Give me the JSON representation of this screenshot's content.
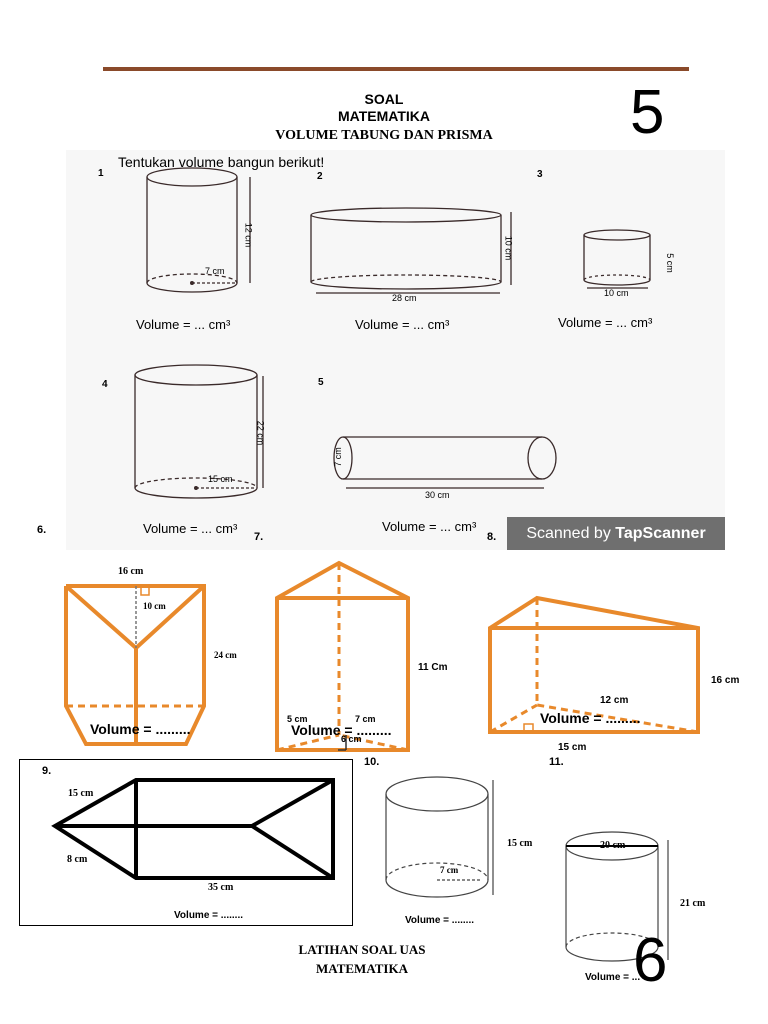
{
  "header": {
    "title1": "SOAL",
    "title2": "MATEMATIKA",
    "subtitle": "VOLUME TABUNG DAN PRISMA",
    "page_top": "5"
  },
  "scan": {
    "instruction": "Tentukan volume bangun berikut!",
    "badge_prefix": "Scanned by ",
    "badge_brand": "TapScanner",
    "items": [
      {
        "num": "1",
        "height": "12 cm",
        "radius": "7 cm",
        "volume": "Volume = ... cm³"
      },
      {
        "num": "2",
        "height": "10 cm",
        "diameter": "28 cm",
        "volume": "Volume = ... cm³"
      },
      {
        "num": "3",
        "height": "5 cm",
        "diameter": "10 cm",
        "volume": "Volume = ... cm³"
      },
      {
        "num": "4",
        "height": "22 cm",
        "radius": "15 cm",
        "volume": "Volume = ... cm³"
      },
      {
        "num": "5",
        "diameter": "7 cm",
        "length": "30 cm",
        "volume": "Volume = ... cm³"
      }
    ]
  },
  "prisms": {
    "q6": {
      "num": "6.",
      "top": "16 cm",
      "inner": "10 cm",
      "height": "24 cm",
      "volume": "Volume = ........."
    },
    "q7": {
      "num": "7.",
      "height": "11 Cm",
      "a": "5 cm",
      "b": "7 cm",
      "c": "6 cm",
      "volume": "Volume = ........."
    },
    "q8": {
      "num": "8.",
      "height": "16 cm",
      "base_a": "12 cm",
      "base_b": "15 cm",
      "volume": "Volume = ........."
    },
    "q9": {
      "num": "9.",
      "a": "15 cm",
      "b": "8 cm",
      "length": "35 cm",
      "volume": "Volume = ........"
    },
    "q10": {
      "num": "10.",
      "height": "15 cm",
      "radius": "7 cm",
      "volume": "Volume = ........"
    },
    "q11": {
      "num": "11.",
      "diameter": "20 cm",
      "height": "21 cm",
      "volume": "Volume = ..."
    }
  },
  "footer": {
    "line1": "LATIHAN SOAL UAS",
    "line2": "MATEMATIKA",
    "page_bottom": "6"
  },
  "colors": {
    "rule": "#8a4a2a",
    "orange": "#e8892b",
    "badge": "#6f6f6f"
  }
}
